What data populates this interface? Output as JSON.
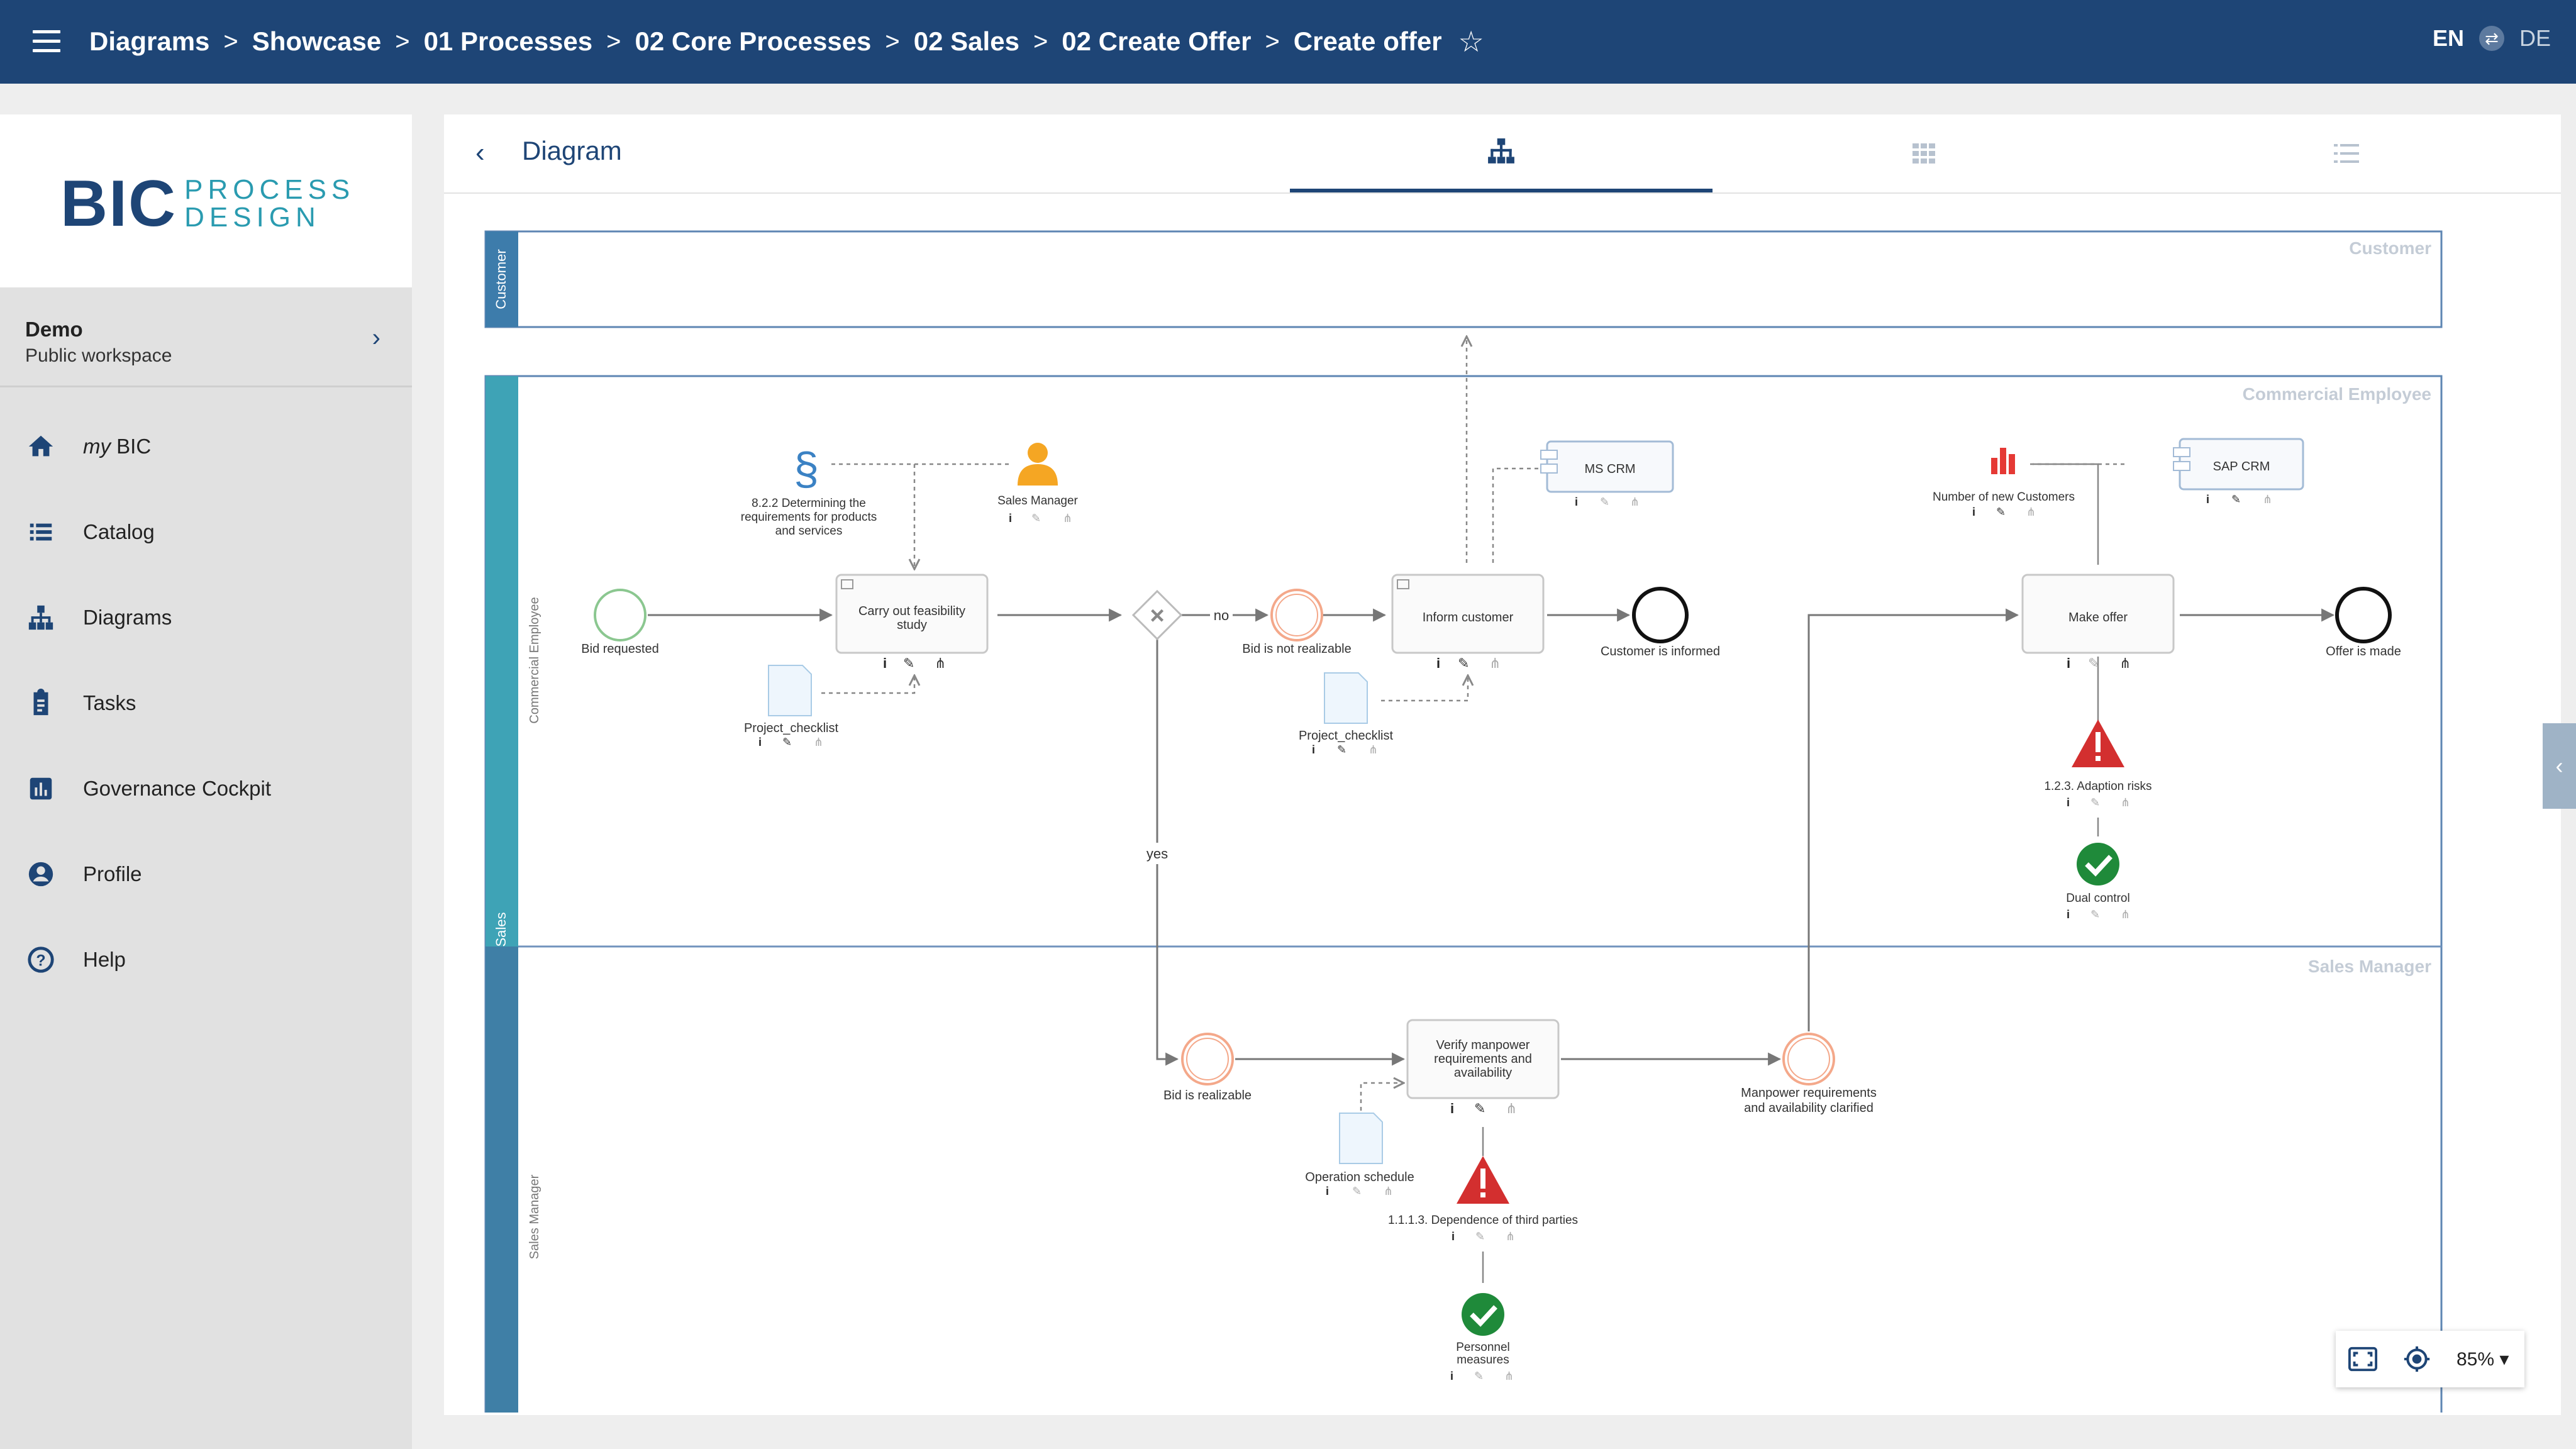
{
  "header": {
    "breadcrumbs": [
      "Diagrams",
      "Showcase",
      "01 Processes",
      "02 Core Processes",
      "02 Sales",
      "02 Create Offer",
      "Create offer"
    ],
    "lang_active": "EN",
    "lang_other": "DE"
  },
  "sidebar": {
    "workspace_name": "Demo",
    "workspace_sub": "Public workspace",
    "nav": [
      {
        "label": "BIC",
        "prefix": "my",
        "icon": "home-icon"
      },
      {
        "label": "Catalog",
        "icon": "list-icon"
      },
      {
        "label": "Diagrams",
        "icon": "hierarchy-icon"
      },
      {
        "label": "Tasks",
        "icon": "clipboard-icon"
      },
      {
        "label": "Governance Cockpit",
        "icon": "bar-chart-icon"
      },
      {
        "label": "Profile",
        "icon": "account-icon"
      },
      {
        "label": "Help",
        "icon": "help-icon"
      }
    ]
  },
  "logo": {
    "mark": "BIC",
    "line1": "PROCESS",
    "line2": "DESIGN"
  },
  "main": {
    "title": "Diagram",
    "tabs": [
      {
        "icon": "diagram-icon",
        "active": true
      },
      {
        "icon": "grid-icon",
        "active": false
      },
      {
        "icon": "list-icon",
        "active": false
      }
    ]
  },
  "diagram": {
    "pool_customer": "Customer",
    "pool_sales": "Sales",
    "lane_commercial": "Commercial Employee",
    "lane_manager": "Sales Manager",
    "lane_commercial_side": "Commercial Employee",
    "lane_manager_side": "Sales Manager",
    "events": {
      "bid_requested": "Bid requested",
      "bid_not_realizable": "Bid is not realizable",
      "customer_informed": "Customer is informed",
      "offer_made": "Offer is made",
      "bid_realizable": "Bid is realizable",
      "manpower_clarified_1": "Manpower requirements",
      "manpower_clarified_2": "and availability clarified"
    },
    "tasks": {
      "feasibility_1": "Carry out feasibility",
      "feasibility_2": "study",
      "inform": "Inform customer",
      "make_offer": "Make offer",
      "verify_1": "Verify manpower",
      "verify_2": "requirements and",
      "verify_3": "availability"
    },
    "gateway_no": "no",
    "gateway_yes": "yes",
    "requirement_1": "8.2.2 Determining the",
    "requirement_2": "requirements for products",
    "requirement_3": "and services",
    "role": "Sales Manager",
    "docs": {
      "checklist_a": "Project_checklist",
      "checklist_b": "Project_checklist",
      "schedule": "Operation schedule"
    },
    "systems": {
      "ms_crm": "MS CRM",
      "sap_crm": "SAP CRM"
    },
    "kpi": "Number of new Customers",
    "risks": {
      "adaption": "1.2.3. Adaption risks",
      "third_parties": "1.1.1.3. Dependence of third parties"
    },
    "controls": {
      "dual": "Dual control",
      "personnel_1": "Personnel",
      "personnel_2": "measures"
    }
  },
  "zoom": {
    "value": "85%"
  },
  "colors": {
    "header": "#1e4576",
    "pool_teal": "#3aa6b9",
    "lane_line": "#6d8fb8",
    "risk": "#d32f2f",
    "control": "#1f8a3a",
    "kpi": "#e53935",
    "role": "#f5a623"
  }
}
